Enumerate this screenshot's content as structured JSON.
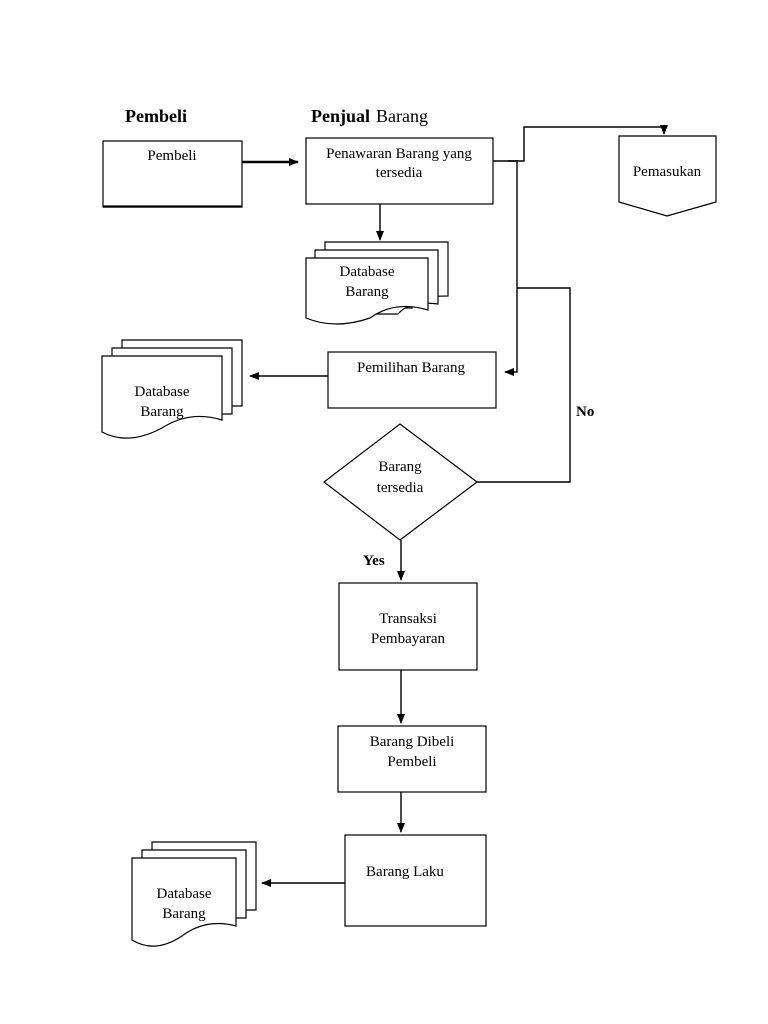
{
  "headers": {
    "pembeli": "Pembeli",
    "penjual_bold": "Penjual",
    "penjual_rest": "Barang"
  },
  "nodes": {
    "pembeli": "Pembeli",
    "penawaran_line1": "Penawaran Barang yang",
    "penawaran_line2": "tersedia",
    "pemasukan": "Pemasukan",
    "db_top_line1": "Database",
    "db_top_line2": "Barang",
    "pemilihan": "Pemilihan Barang",
    "db_left_line1": "Database",
    "db_left_line2": "Barang",
    "decision_line1": "Barang",
    "decision_line2": "tersedia",
    "transaksi_line1": "Transaksi",
    "transaksi_line2": "Pembayaran",
    "dibeli_line1": "Barang Dibeli",
    "dibeli_line2": "Pembeli",
    "laku": "Barang  Laku",
    "db_bottom_line1": "Database",
    "db_bottom_line2": "Barang"
  },
  "edge_labels": {
    "no": "No",
    "yes": "Yes"
  }
}
